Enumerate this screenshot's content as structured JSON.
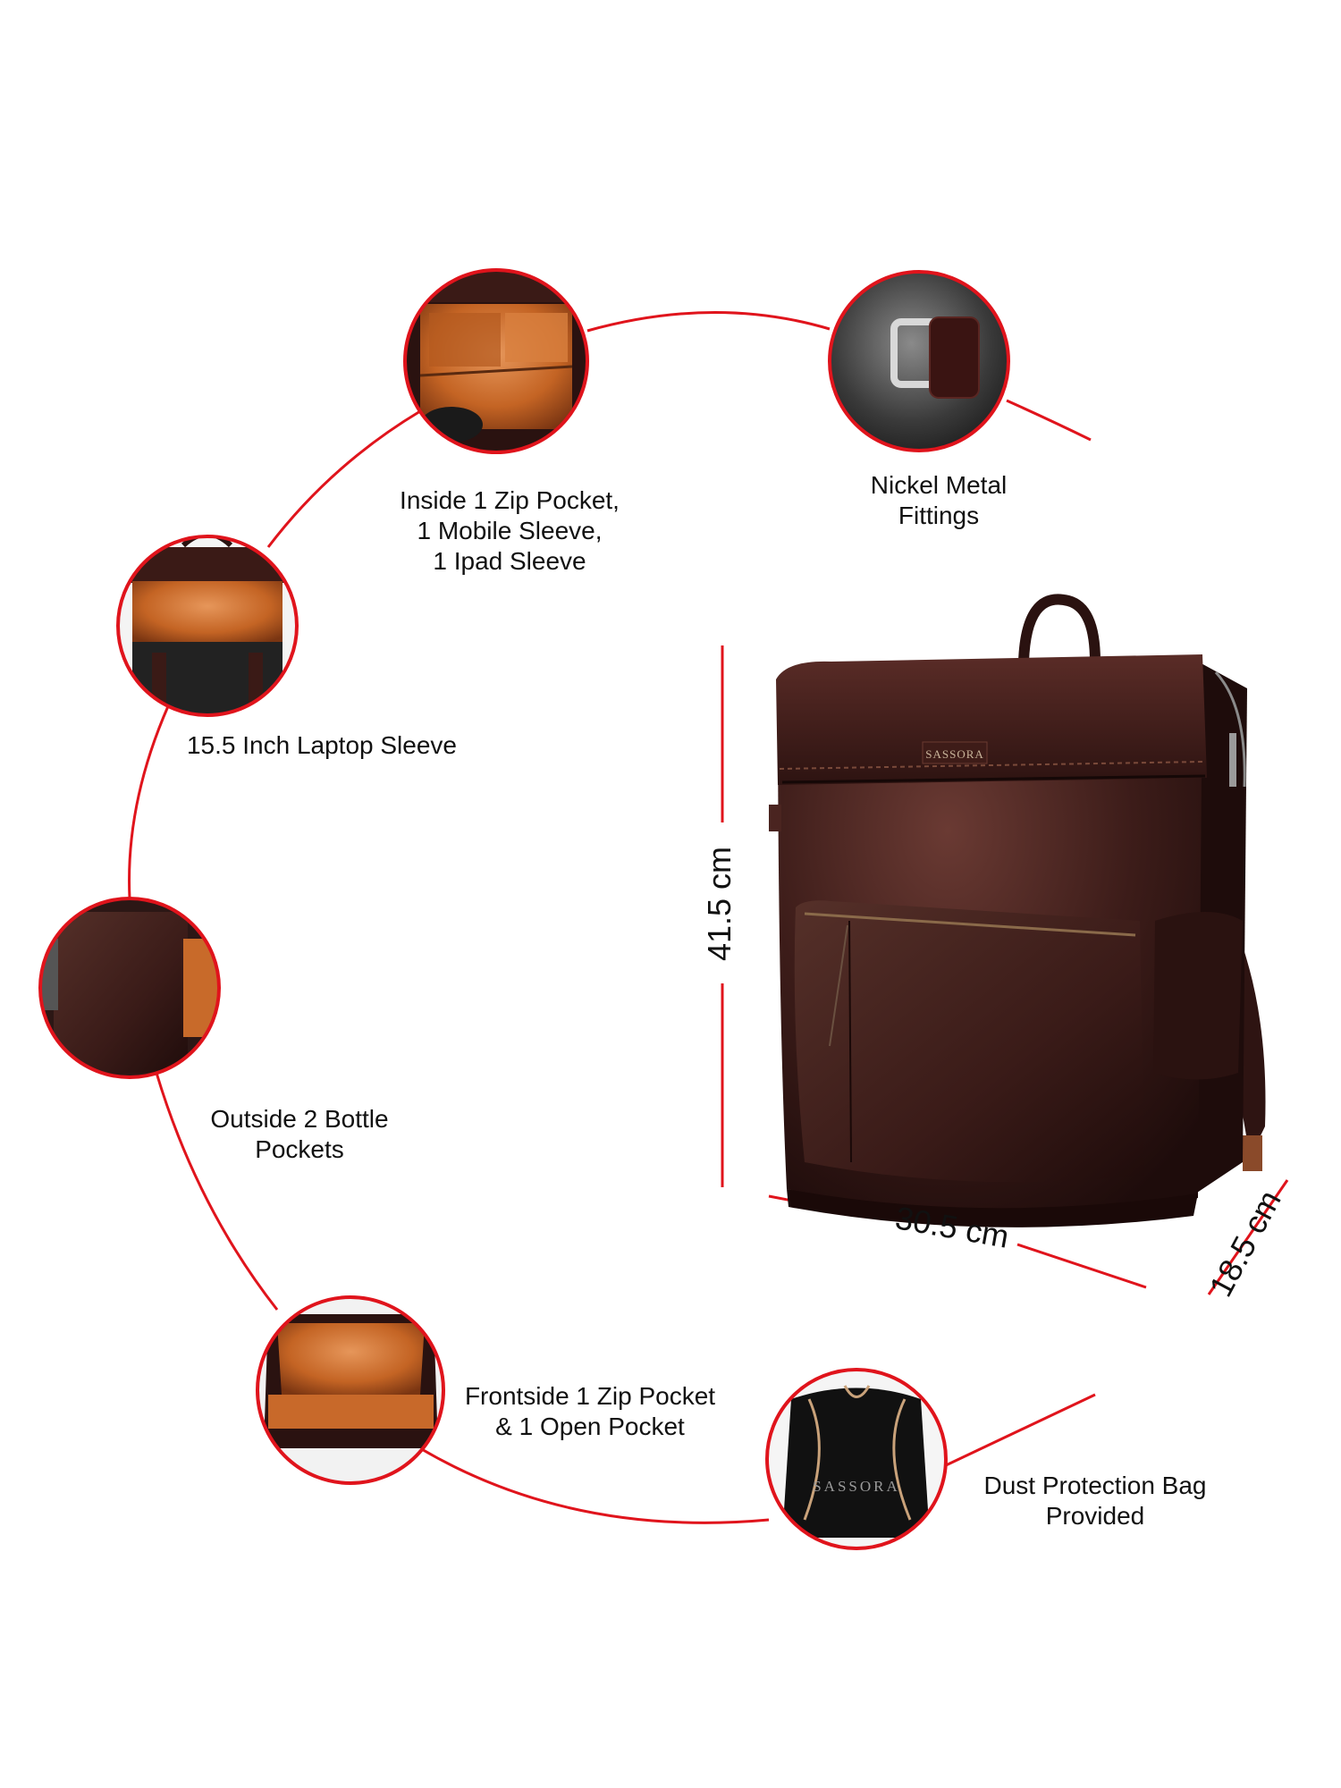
{
  "colors": {
    "accent_line": "#e0141c",
    "leather_dark": "#2e1412",
    "leather_mid": "#4a2420",
    "lining_orange": "#c8682a",
    "metal": "#c8c8c8",
    "dust_bag": "#111111"
  },
  "features": [
    {
      "id": "inside-pockets",
      "icon": "inside-lining-photo",
      "lines": [
        "Inside 1 Zip Pocket,",
        "1 Mobile Sleeve,",
        "1 Ipad Sleeve"
      ]
    },
    {
      "id": "metal-fittings",
      "icon": "metal-buckle-photo",
      "lines": [
        "Nickel Metal",
        "Fittings"
      ]
    },
    {
      "id": "laptop-sleeve",
      "icon": "laptop-compartment-photo",
      "lines": [
        "15.5 Inch Laptop Sleeve"
      ]
    },
    {
      "id": "bottle-pockets",
      "icon": "side-pocket-photo",
      "lines": [
        "Outside 2 Bottle",
        "Pockets"
      ]
    },
    {
      "id": "front-pockets",
      "icon": "front-pocket-photo",
      "lines": [
        "Frontside 1 Zip Pocket",
        "& 1 Open Pocket"
      ]
    },
    {
      "id": "dust-bag",
      "icon": "dust-bag-photo",
      "lines": [
        "Dust Protection Bag",
        "Provided"
      ]
    }
  ],
  "dimensions": {
    "height": "41.5 cm",
    "width": "30.5 cm",
    "depth": "18.5 cm"
  },
  "brand": {
    "bag_logo": "SASSORA",
    "dust_bag_logo": "SASSORA"
  }
}
